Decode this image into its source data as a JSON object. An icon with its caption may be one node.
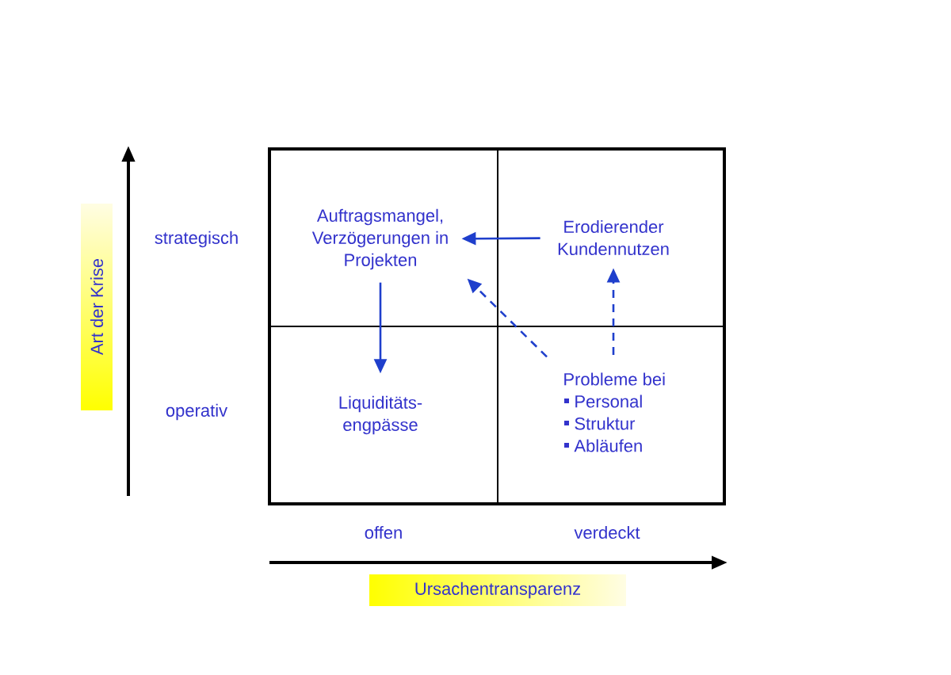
{
  "diagram": {
    "nodes": [
      {
        "text": [
          "Auftragsmangel, Verzögerungen in Projekten"
        ]
      },
      {
        "text": [
          "Erodierender Kundennutzen"
        ]
      },
      {
        "text": [
          "Liquiditäts- engpässe"
        ]
      },
      {
        "text": [
          "Probleme bei",
          "Personal",
          "Struktur",
          "Abläufen"
        ]
      }
    ],
    "edges": [
      {
        "from": 1,
        "to": 0,
        "arrow": "to"
      },
      {
        "from": 0,
        "to": 2,
        "arrow": "to"
      },
      {
        "from": 3,
        "to": 0,
        "arrow": "to",
        "style": "dashed"
      },
      {
        "from": 3,
        "to": 1,
        "arrow": "to",
        "style": "dashed"
      }
    ],
    "labels": [
      "Art der Krise",
      "strategisch",
      "operativ",
      "offen",
      "verdeckt",
      "Ursachentransparenz"
    ]
  }
}
